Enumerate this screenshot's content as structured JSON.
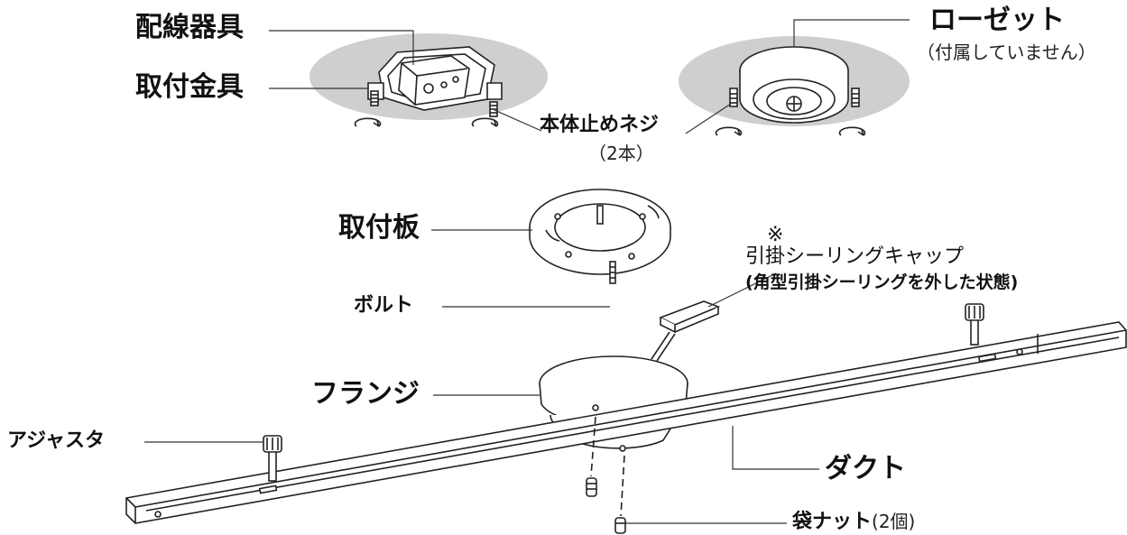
{
  "labels": {
    "wiring_fixture": "配線器具",
    "mounting_bracket": "取付金具",
    "main_screw": "本体止めネジ",
    "main_screw_qty": "（2本）",
    "rosette": "ローゼット",
    "rosette_note": "（付属していません）",
    "mounting_plate": "取付板",
    "bolt": "ボルト",
    "asterisk": "※",
    "cap": "引掛シーリングキャップ",
    "cap_note": "(角型引掛シーリングを外した状態)",
    "flange": "フランジ",
    "adjuster": "アジャスタ",
    "duct": "ダクト",
    "cap_nut": "袋ナット",
    "cap_nut_qty": "(2個)"
  },
  "colors": {
    "shadow": "#cfcfcf",
    "line": "#222222",
    "body": "#ffffff"
  }
}
